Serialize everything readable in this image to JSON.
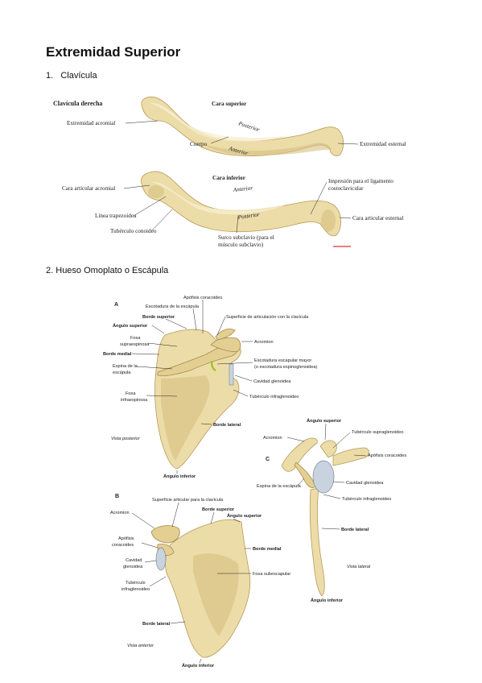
{
  "title": "Extremidad Superior",
  "sections": [
    {
      "number": "1.",
      "label": "Clavícula"
    },
    {
      "number": "2.",
      "label": "Hueso Omoplato o Escápula"
    }
  ],
  "clavicle": {
    "panel_title": "Clavícula derecha",
    "upper_view": {
      "heading": "Cara superior",
      "labels": [
        "Extremidad acromial",
        "Posterior",
        "Cuerpo",
        "Anterior",
        "Extremidad esternal"
      ]
    },
    "lower_view": {
      "heading": "Cara inferior",
      "labels": [
        "Cara articular acromial",
        "Anterior",
        "Impresión para el ligamento",
        "costoclavicular",
        "Línea trapezoidea",
        "Posterior",
        "Cara articular esternal",
        "Tubérculo conoideo",
        "Surco subclavio (para el",
        "músculo subclavio)"
      ]
    }
  },
  "scapula": {
    "panel_a": {
      "letter": "A",
      "labels": [
        "Apófisis coracoides",
        "Escotadura de la escápula",
        "Borde superior",
        "Superficie de articulación con la clavícula",
        "Ángulo superior",
        "Fosa",
        "supraespinosa",
        "Acromion",
        "Borde medial",
        "Escotadura escapular mayor",
        "(o escotadura espinoglenoidea)",
        "Espina de la",
        "escápula",
        "Cavidad glenoidea",
        "Tubérculo infraglenoideo",
        "Fosa",
        "infraespinosa",
        "Borde lateral",
        "Vista posterior",
        "Ángulo inferior"
      ]
    },
    "panel_b": {
      "letter": "B",
      "labels": [
        "Superficie articular para la clavícula",
        "Borde superior",
        "Acromion",
        "Ángulo superior",
        "Apófisis",
        "coracoides",
        "Borde medial",
        "Cavidad",
        "glenoidea",
        "Fosa subescapular",
        "Tubérculo",
        "infraglenoideo",
        "Borde lateral",
        "Vista anterior",
        "Ángulo inferior"
      ]
    },
    "panel_c": {
      "letter": "C",
      "labels": [
        "Ángulo superior",
        "Tubérculo supraglenoideo",
        "Acromion",
        "Apófisis coracoides",
        "Espina de la escápula",
        "Cavidad glenoidea",
        "Tubérculo infraglenoideo",
        "Borde lateral",
        "Vista lateral",
        "Ángulo inferior"
      ]
    }
  },
  "colors": {
    "bone": "#ecdca8",
    "bone_outline": "#b79a5a",
    "glenoid": "#c9d3df",
    "scale_bar": "#d9352b"
  }
}
